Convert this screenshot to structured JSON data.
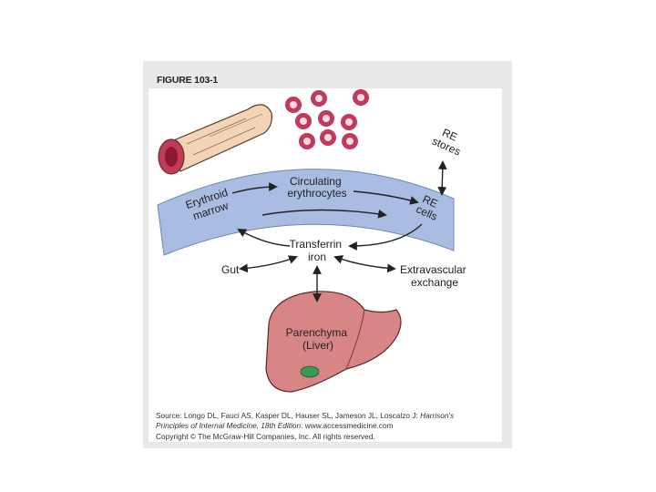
{
  "figure_label": "FIGURE 103-1",
  "labels": {
    "erythroid_marrow": [
      "Erythroid",
      "marrow"
    ],
    "circulating_erythrocytes": [
      "Circulating",
      "erythrocytes"
    ],
    "re_cells": [
      "RE",
      "cells"
    ],
    "re_stores": [
      "RE",
      "stores"
    ],
    "transferrin_iron": [
      "Transferrin",
      "iron"
    ],
    "gut": "Gut",
    "extravascular_exchange": [
      "Extravascular",
      "exchange"
    ],
    "parenchyma_liver": [
      "Parenchyma",
      "(Liver)"
    ]
  },
  "caption": {
    "source_prefix": "Source: Longo DL, Fauci AS, Kasper DL, Hauser SL, Jameson JL, Loscalzo J:",
    "source_book_a": "Harrison's",
    "source_book_b": "Principles of Internal Medicine, 18th Edition",
    "source_suffix": ": www.accessmedicine.com",
    "copyright": "Copyright © The McGraw-Hill Companies, Inc. All rights reserved."
  },
  "colors": {
    "band": "#a9bde3",
    "cell_outer": "#c3395a",
    "cell_inner": "#f3dbe3",
    "liver": "#d88585",
    "gallbladder": "#3a9a52",
    "bone": "#f3d4b6"
  }
}
